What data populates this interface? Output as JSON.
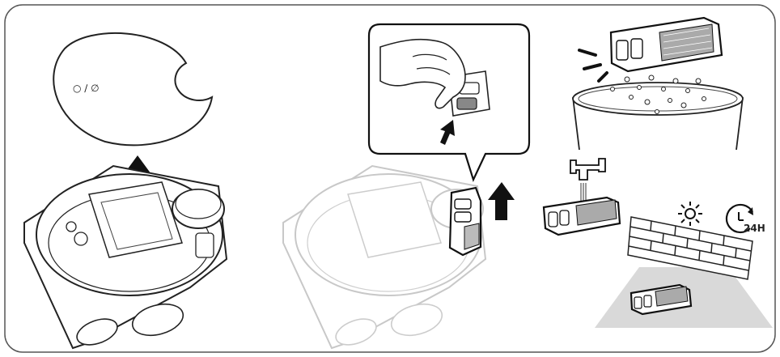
{
  "panels": [
    {
      "id": "remove-cover"
    },
    {
      "id": "remove-dust-bin"
    },
    {
      "id": "empty-wash-dry"
    }
  ],
  "timer_icon": {
    "label": "24H"
  },
  "icons": [
    "up-arrow-icon",
    "water-tap-icon",
    "sun-icon",
    "timer-icon",
    "sparkle-icon"
  ],
  "colors": {
    "line": "#222222",
    "faded": "#c8c8c8",
    "floor": "#d9d9d9",
    "frame": "#555555"
  }
}
